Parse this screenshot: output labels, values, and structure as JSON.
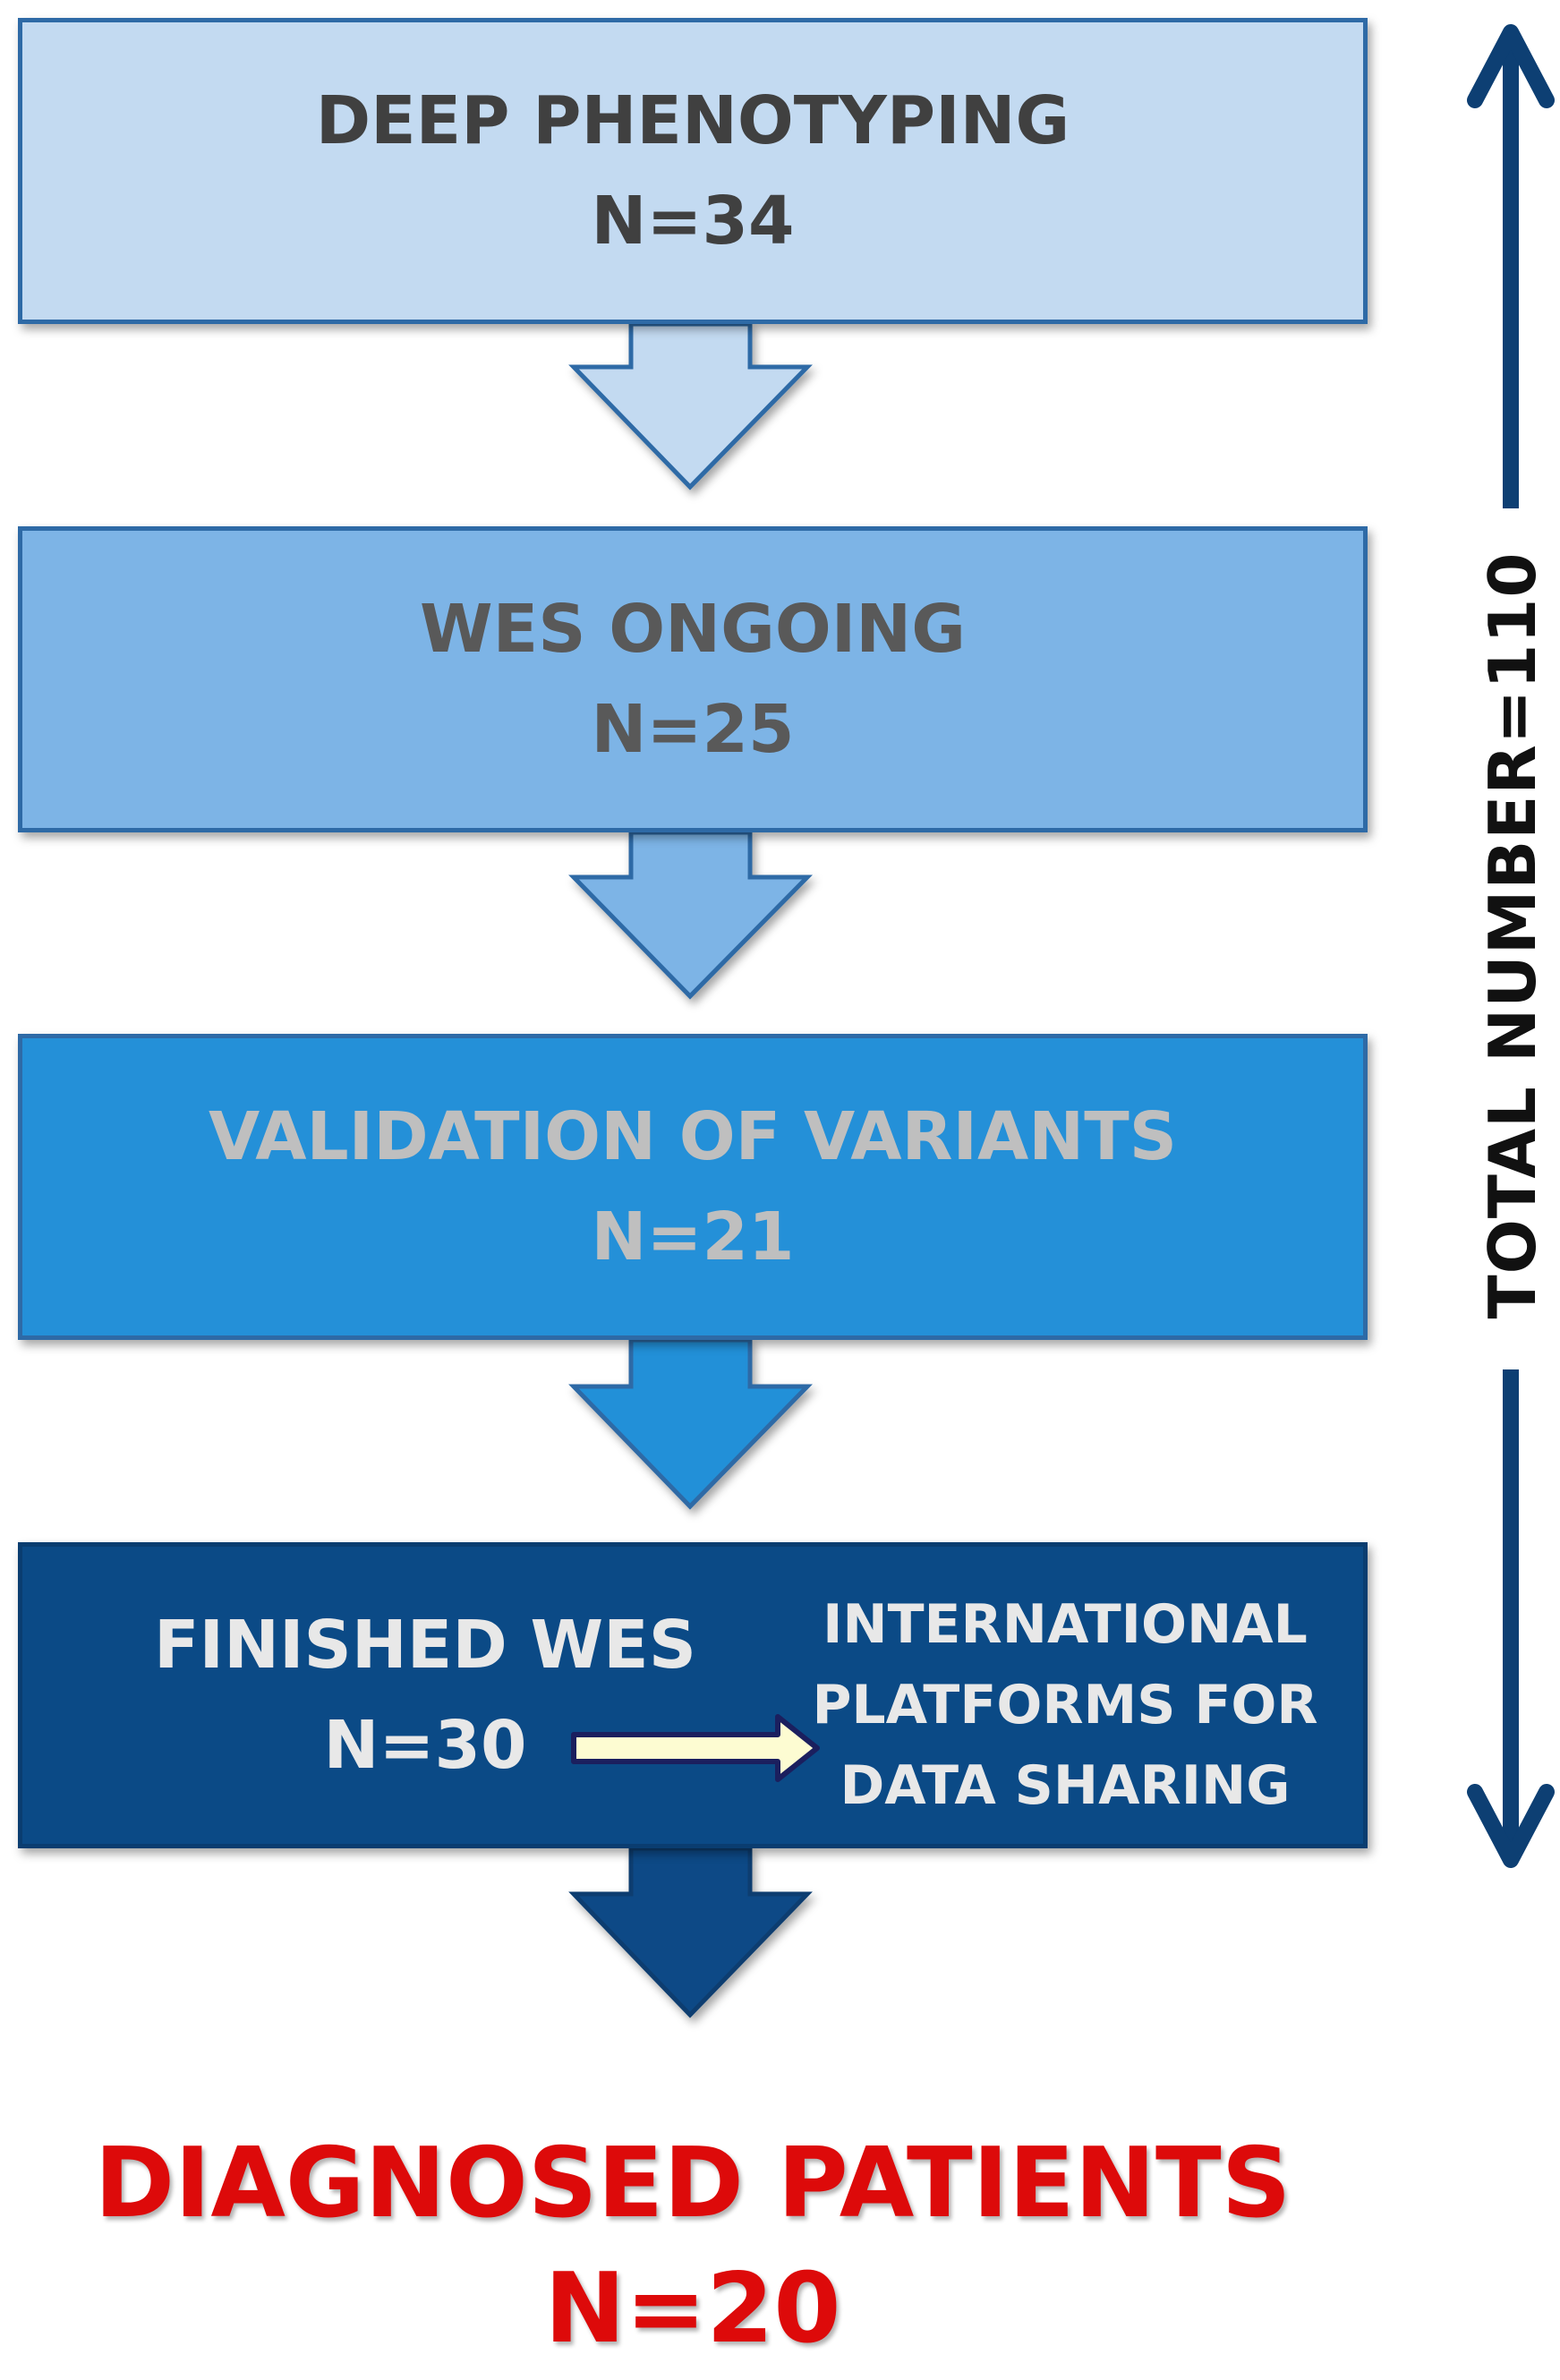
{
  "stages": [
    {
      "title": "DEEP PHENOTYPING",
      "count": "N=34"
    },
    {
      "title": "WES ONGOING",
      "count": "N=25"
    },
    {
      "title": "VALIDATION OF VARIANTS",
      "count": "N=21"
    },
    {
      "title": "FINISHED WES",
      "count": "N=30"
    }
  ],
  "side_output": {
    "line1": "INTERNATIONAL",
    "line2": "PLATFORMS FOR",
    "line3": "DATA SHARING"
  },
  "result": {
    "title": "DIAGNOSED PATIENTS",
    "count": "N=20"
  },
  "total": {
    "label": "TOTAL NUMBER=110"
  },
  "colors": {
    "stage1_fill": "#c3daf1",
    "stage2_fill": "#7db4e6",
    "stage3_fill": "#2490d8",
    "stage4_fill": "#0b4a86",
    "result_text": "#dd0a0a",
    "total_arrow": "#0d3f73",
    "side_arrow_fill": "#fdfcd2"
  }
}
